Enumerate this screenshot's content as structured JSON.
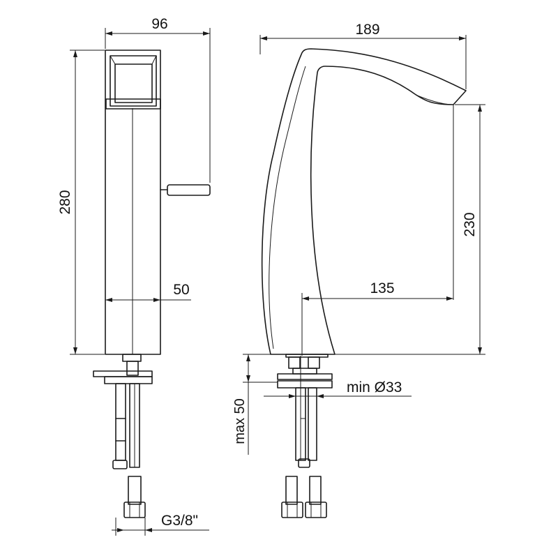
{
  "dimensions": {
    "front_width": "96",
    "front_height": "280",
    "body_width": "50",
    "side_depth": "189",
    "spout_height": "230",
    "spout_reach": "135",
    "max_thickness": "max 50",
    "min_hole": "min Ø33",
    "thread": "G3/8\""
  }
}
